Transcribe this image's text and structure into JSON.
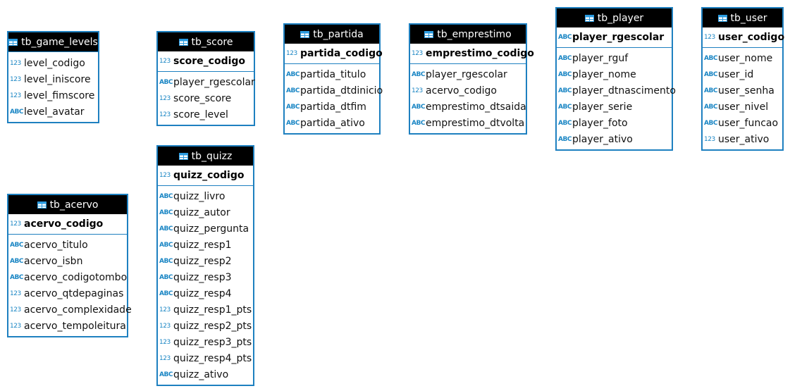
{
  "accent_color": "#1e80c0",
  "header_color": "#000000",
  "entities": [
    {
      "key": "tb_game_levels",
      "title": "tb_game_levels",
      "pk": null,
      "columns": [
        {
          "type": "123",
          "name": "level_codigo"
        },
        {
          "type": "123",
          "name": "level_iniscore"
        },
        {
          "type": "123",
          "name": "level_fimscore"
        },
        {
          "type": "ABC",
          "name": "level_avatar"
        }
      ]
    },
    {
      "key": "tb_score",
      "title": "tb_score",
      "pk": {
        "type": "123",
        "name": "score_codigo"
      },
      "columns": [
        {
          "type": "ABC",
          "name": "player_rgescolar"
        },
        {
          "type": "123",
          "name": "score_score"
        },
        {
          "type": "123",
          "name": "score_level"
        }
      ]
    },
    {
      "key": "tb_partida",
      "title": "tb_partida",
      "pk": {
        "type": "123",
        "name": "partida_codigo"
      },
      "columns": [
        {
          "type": "ABC",
          "name": "partida_titulo"
        },
        {
          "type": "ABC",
          "name": "partida_dtdinicio"
        },
        {
          "type": "ABC",
          "name": "partida_dtfim"
        },
        {
          "type": "ABC",
          "name": "partida_ativo"
        }
      ]
    },
    {
      "key": "tb_emprestimo",
      "title": "tb_emprestimo",
      "pk": {
        "type": "123",
        "name": "emprestimo_codigo"
      },
      "columns": [
        {
          "type": "ABC",
          "name": "player_rgescolar"
        },
        {
          "type": "123",
          "name": "acervo_codigo"
        },
        {
          "type": "ABC",
          "name": "emprestimo_dtsaida"
        },
        {
          "type": "ABC",
          "name": "emprestimo_dtvolta"
        }
      ]
    },
    {
      "key": "tb_player",
      "title": "tb_player",
      "pk": {
        "type": "ABC",
        "name": "player_rgescolar"
      },
      "columns": [
        {
          "type": "ABC",
          "name": "player_rguf"
        },
        {
          "type": "ABC",
          "name": "player_nome"
        },
        {
          "type": "ABC",
          "name": "player_dtnascimento"
        },
        {
          "type": "ABC",
          "name": "player_serie"
        },
        {
          "type": "ABC",
          "name": "player_foto"
        },
        {
          "type": "ABC",
          "name": "player_ativo"
        }
      ]
    },
    {
      "key": "tb_user",
      "title": "tb_user",
      "pk": {
        "type": "123",
        "name": "user_codigo"
      },
      "columns": [
        {
          "type": "ABC",
          "name": "user_nome"
        },
        {
          "type": "ABC",
          "name": "user_id"
        },
        {
          "type": "ABC",
          "name": "user_senha"
        },
        {
          "type": "ABC",
          "name": "user_nivel"
        },
        {
          "type": "ABC",
          "name": "user_funcao"
        },
        {
          "type": "123",
          "name": "user_ativo"
        }
      ]
    },
    {
      "key": "tb_quizz",
      "title": "tb_quizz",
      "pk": {
        "type": "123",
        "name": "quizz_codigo"
      },
      "columns": [
        {
          "type": "ABC",
          "name": "quizz_livro"
        },
        {
          "type": "ABC",
          "name": "quizz_autor"
        },
        {
          "type": "ABC",
          "name": "quizz_pergunta"
        },
        {
          "type": "ABC",
          "name": "quizz_resp1"
        },
        {
          "type": "ABC",
          "name": "quizz_resp2"
        },
        {
          "type": "ABC",
          "name": "quizz_resp3"
        },
        {
          "type": "ABC",
          "name": "quizz_resp4"
        },
        {
          "type": "123",
          "name": "quizz_resp1_pts"
        },
        {
          "type": "123",
          "name": "quizz_resp2_pts"
        },
        {
          "type": "123",
          "name": "quizz_resp3_pts"
        },
        {
          "type": "123",
          "name": "quizz_resp4_pts"
        },
        {
          "type": "ABC",
          "name": "quizz_ativo"
        }
      ]
    },
    {
      "key": "tb_acervo",
      "title": "tb_acervo",
      "pk": {
        "type": "123",
        "name": "acervo_codigo"
      },
      "columns": [
        {
          "type": "ABC",
          "name": "acervo_titulo"
        },
        {
          "type": "ABC",
          "name": "acervo_isbn"
        },
        {
          "type": "ABC",
          "name": "acervo_codigotombo"
        },
        {
          "type": "123",
          "name": "acervo_qtdepaginas"
        },
        {
          "type": "123",
          "name": "acervo_complexidade"
        },
        {
          "type": "123",
          "name": "acervo_tempoleitura"
        }
      ]
    }
  ]
}
